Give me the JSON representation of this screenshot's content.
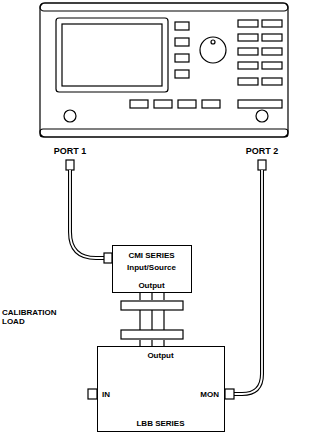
{
  "diagram": {
    "nodes": [
      {
        "text": [
          "CMI SERIES",
          "Input/Source",
          "Output"
        ]
      },
      {
        "text": [
          "CALIBRATION LOAD"
        ]
      },
      {
        "text": [
          "Output",
          "IN",
          "MON",
          "LBB SERIES"
        ]
      }
    ],
    "edges": [
      {
        "from": 0,
        "to": 1,
        "arrow": "none"
      },
      {
        "from": 1,
        "to": 2,
        "arrow": "none"
      }
    ],
    "labels": [
      "PORT 1",
      "PORT 2"
    ]
  }
}
